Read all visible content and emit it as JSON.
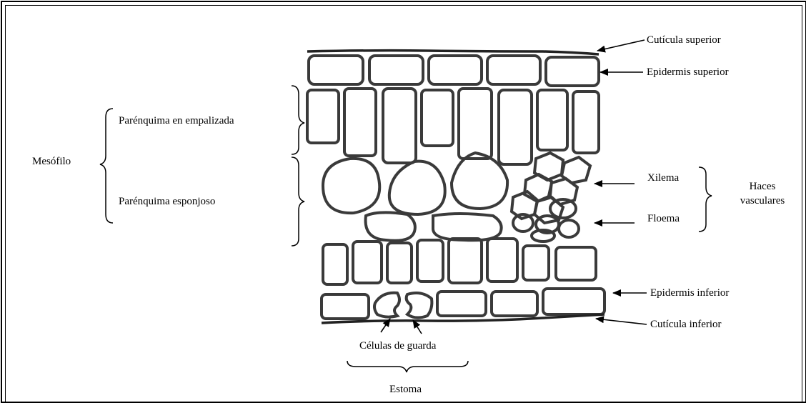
{
  "labels": {
    "cuticula_superior": "Cutícula superior",
    "epidermis_superior": "Epidermis superior",
    "parenquima_empalizada": "Parénquima en empalizada",
    "mesofilo": "Mesófilo",
    "parenquima_esponjoso": "Parénquima esponjoso",
    "xilema": "Xilema",
    "floema": "Floema",
    "haces_line1": "Haces",
    "haces_line2": "vasculares",
    "epidermis_inferior": "Epidermis inferior",
    "cuticula_inferior": "Cutícula inferior",
    "celulas_guarda": "Células de guarda",
    "estoma": "Estoma"
  },
  "colors": {
    "ink": "#000000",
    "cell_wall": "#3a3a3a",
    "cell_wall_light": "#9a9a9a",
    "background": "#ffffff"
  }
}
